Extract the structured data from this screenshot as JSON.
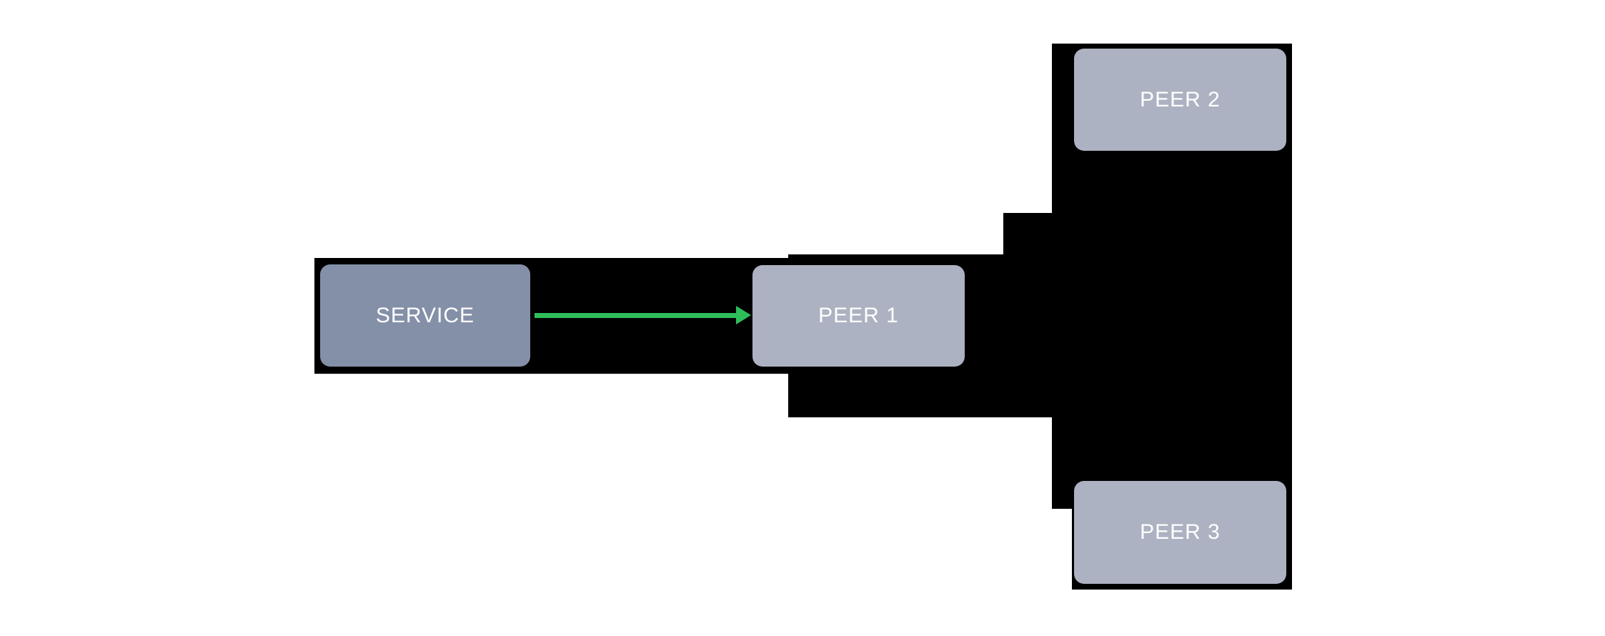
{
  "diagram": {
    "kind": "network-topology",
    "background": "#FFFFFF",
    "connector_color": "#000000",
    "label_text_color": "#FFFFFF",
    "nodes": {
      "service": {
        "label": "SERVICE",
        "fill": "#8490A8"
      },
      "peer1": {
        "label": "PEER 1",
        "fill": "#ACB2C1"
      },
      "peer2": {
        "label": "PEER 2",
        "fill": "#ACB2C1"
      },
      "peer3": {
        "label": "PEER 3",
        "fill": "#ACB2C1"
      }
    },
    "edges": [
      {
        "id": "service-to-peer1",
        "style": "arrow",
        "color": "#2EBE5A",
        "from": "SERVICE",
        "to": "PEER 1"
      }
    ]
  }
}
